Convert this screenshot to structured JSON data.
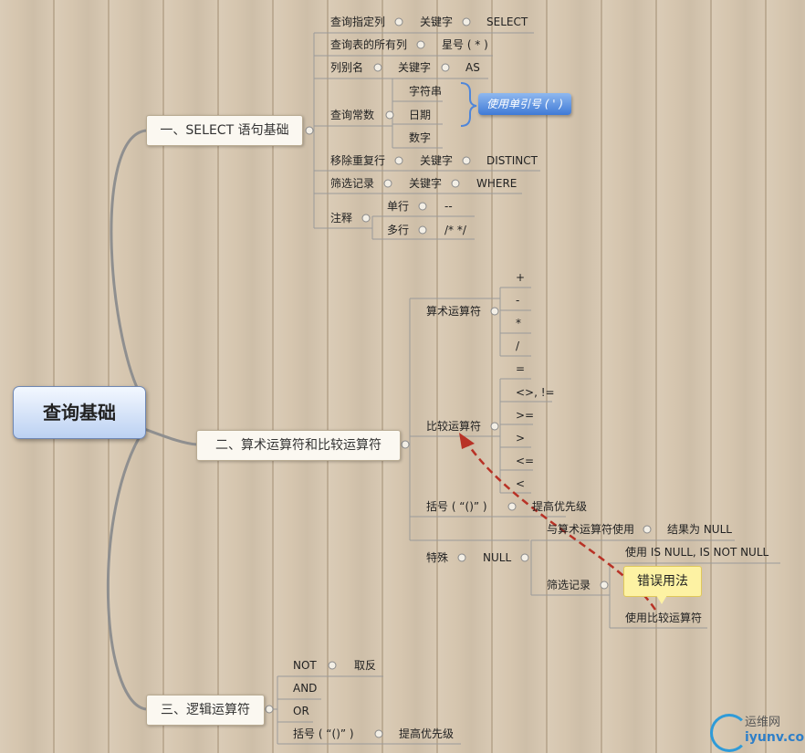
{
  "root": "查询基础",
  "branches": {
    "b1": "一、SELECT 语句基础",
    "b2": "二、算术运算符和比较运算符",
    "b3": "三、逻辑运算符"
  },
  "s1": {
    "r1": [
      "查询指定列",
      "关键字",
      "SELECT"
    ],
    "r2": [
      "查询表的所有列",
      "星号 ( * )"
    ],
    "r3": [
      "列别名",
      "关键字",
      "AS"
    ],
    "r4_label": "查询常数",
    "r4_items": [
      "字符串",
      "日期",
      "数字"
    ],
    "r4_callout": "使用单引号 ( ' )",
    "r5": [
      "移除重复行",
      "关键字",
      "DISTINCT"
    ],
    "r6": [
      "筛选记录",
      "关键字",
      "WHERE"
    ],
    "r7_label": "注释",
    "r7_single": [
      "单行",
      "--"
    ],
    "r7_multi": [
      "多行",
      "/* */"
    ]
  },
  "s2": {
    "arith_label": "算术运算符",
    "arith_ops": [
      "+",
      "-",
      "*",
      "/"
    ],
    "cmp_label": "比较运算符",
    "cmp_ops": [
      "=",
      "<>, !=",
      ">=",
      ">",
      "<=",
      "<"
    ],
    "paren": [
      "括号 ( “()” )",
      "提高优先级"
    ],
    "special_label": "特殊",
    "null_label": "NULL",
    "null_arith": [
      "与算术运算符使用",
      "结果为 NULL"
    ],
    "filter_label": "筛选记录",
    "is_null": "使用 IS NULL, IS NOT NULL",
    "use_cmp": "使用比较运算符",
    "wrong_note": "错误用法"
  },
  "s3": {
    "not": [
      "NOT",
      "取反"
    ],
    "and": "AND",
    "or": "OR",
    "paren": [
      "括号 ( “()” )",
      "提高优先级"
    ]
  },
  "watermark": {
    "cn": "运维网",
    "en": "iyunv.com"
  },
  "colors": {
    "background": "#d6c6af",
    "root_fill": "#bcd1f2",
    "callout": "#3f7ad6",
    "arrow": "#c0392b",
    "note": "#fdf2a3"
  }
}
